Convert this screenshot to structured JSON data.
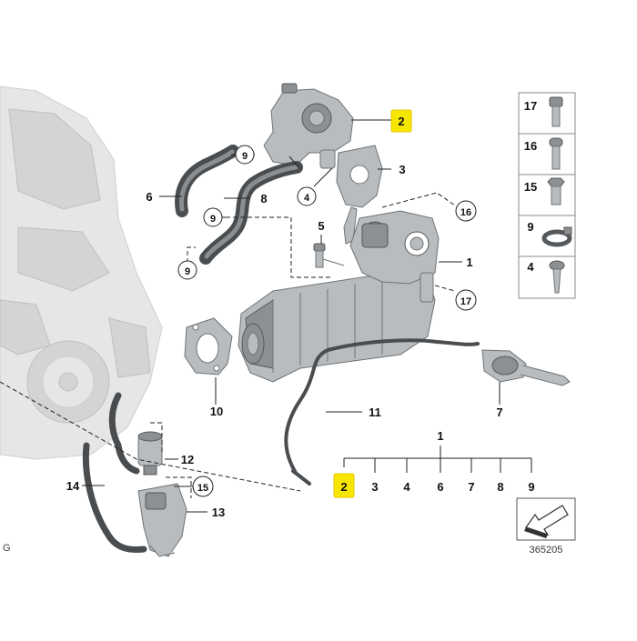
{
  "callouts": {
    "c2_top": "2",
    "c3": "3",
    "c4": "4",
    "c5": "5",
    "c6": "6",
    "c8": "8",
    "c9a": "9",
    "c9b": "9",
    "c9c": "9",
    "c16": "16",
    "c1": "1",
    "c17": "17",
    "c10": "10",
    "c11": "11",
    "c7": "7",
    "c12": "12",
    "c13": "13",
    "c14": "14",
    "c15": "15",
    "edge_letter": "G"
  },
  "fastener_legend": [
    "17",
    "16",
    "15",
    "9",
    "4"
  ],
  "assembly_tree": {
    "root": "1",
    "children": [
      "2",
      "3",
      "4",
      "6",
      "7",
      "8",
      "9"
    ],
    "highlighted": "2"
  },
  "diagram_number": "365205",
  "colors": {
    "highlight": "#f7e600",
    "line": "#222222",
    "part": "#b9bcbe",
    "hose": "#4a4d50",
    "engine": "#e6e6e6"
  }
}
